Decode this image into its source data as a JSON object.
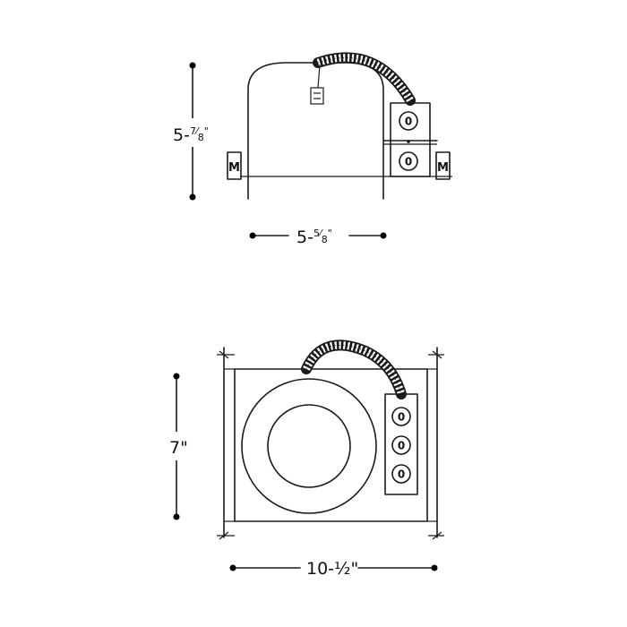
{
  "side_view": {
    "height_dim": {
      "whole": "5-",
      "num": "7",
      "den": "8",
      "inch": "\""
    },
    "width_dim": {
      "whole": "5-",
      "num": "5",
      "den": "8",
      "inch": "\""
    },
    "clip_left_letter": "M",
    "clip_right_letter": "M",
    "knockout_symbols": [
      "0",
      "0"
    ]
  },
  "top_view": {
    "height_dim": "7\"",
    "width_dim": "10-½\"",
    "knockout_symbols": [
      "0",
      "0",
      "0"
    ]
  },
  "colors": {
    "line": "#1a1a1a",
    "background": "#ffffff"
  }
}
